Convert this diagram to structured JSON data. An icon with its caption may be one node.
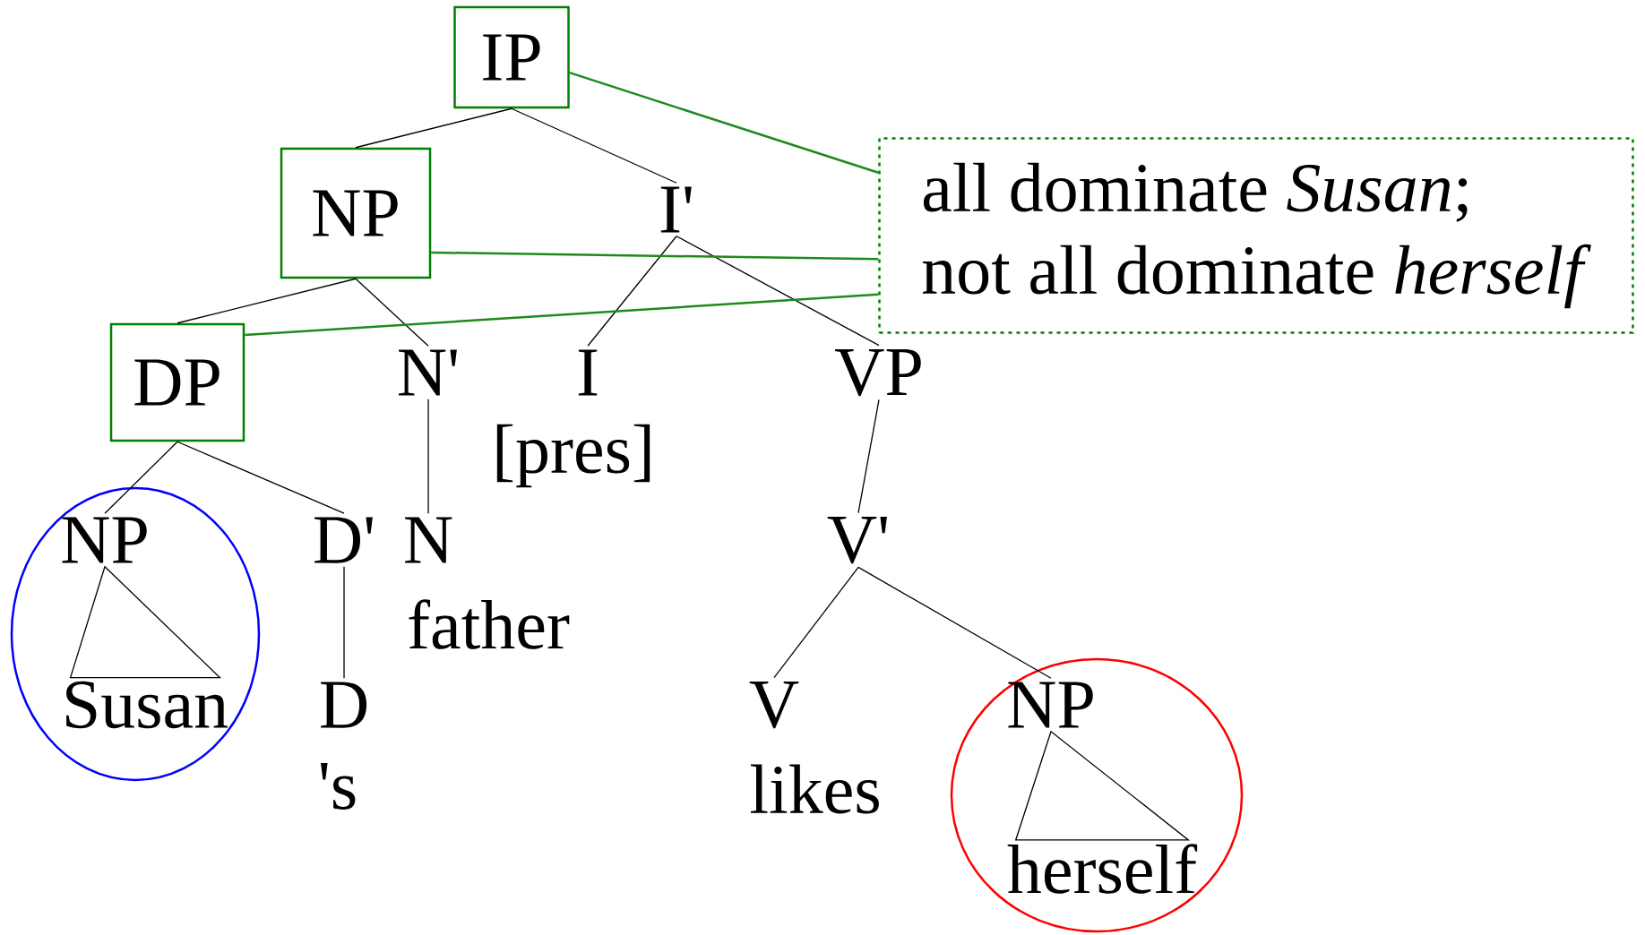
{
  "diagram": {
    "nodes": [
      {
        "text": [
          "IP"
        ]
      },
      {
        "text": [
          "NP"
        ]
      },
      {
        "text": [
          "I'"
        ]
      },
      {
        "text": [
          "all dominate *Susan*;",
          "not all dominate *herself*"
        ]
      },
      {
        "text": [
          "DP"
        ]
      },
      {
        "text": [
          "N'"
        ]
      },
      {
        "text": [
          "I"
        ],
        "beside": [
          "[pres]"
        ]
      },
      {
        "text": [
          "VP"
        ]
      },
      {
        "text": [],
        "shape": "circle"
      },
      {
        "text": [
          "NP"
        ],
        "in": 8
      },
      {
        "text": [
          "D'"
        ]
      },
      {
        "text": [
          "N"
        ],
        "beside": [
          "father"
        ]
      },
      {
        "text": [
          "V'"
        ]
      },
      {
        "text": [
          "Susan"
        ],
        "in": 8
      },
      {
        "text": [
          "D"
        ],
        "beside": [
          "'s"
        ]
      },
      {
        "text": [
          "V"
        ],
        "beside": [
          "likes"
        ]
      },
      {
        "text": [],
        "shape": "circle"
      },
      {
        "text": [
          "NP"
        ],
        "in": 16
      },
      {
        "text": [
          "herself"
        ],
        "in": 16
      }
    ],
    "edges": [
      {
        "from": 0,
        "to": 1,
        "arrow": "none"
      },
      {
        "from": 0,
        "to": 2,
        "arrow": "none"
      },
      {
        "from": 1,
        "to": 4,
        "arrow": "none"
      },
      {
        "from": 1,
        "to": 5,
        "arrow": "none"
      },
      {
        "from": 2,
        "to": 6,
        "arrow": "none"
      },
      {
        "from": 2,
        "to": 7,
        "arrow": "none"
      },
      {
        "from": 4,
        "to": 9,
        "arrow": "none"
      },
      {
        "from": 4,
        "to": 10,
        "arrow": "none"
      },
      {
        "from": 5,
        "to": 11,
        "arrow": "none"
      },
      {
        "from": 7,
        "to": 12,
        "arrow": "none"
      },
      {
        "from": 9,
        "to": 13,
        "arrow": "none"
      },
      {
        "from": 10,
        "to": 14,
        "arrow": "none"
      },
      {
        "from": 12,
        "to": 15,
        "arrow": "none"
      },
      {
        "from": 12,
        "to": 17,
        "arrow": "none"
      },
      {
        "from": 17,
        "to": 18,
        "arrow": "none"
      },
      {
        "from": 0,
        "to": 3,
        "arrow": "none",
        "color": "#1e8a1e"
      },
      {
        "from": 1,
        "to": 3,
        "arrow": "none",
        "color": "#1e8a1e"
      },
      {
        "from": 4,
        "to": 3,
        "arrow": "none",
        "color": "#1e8a1e"
      }
    ]
  }
}
